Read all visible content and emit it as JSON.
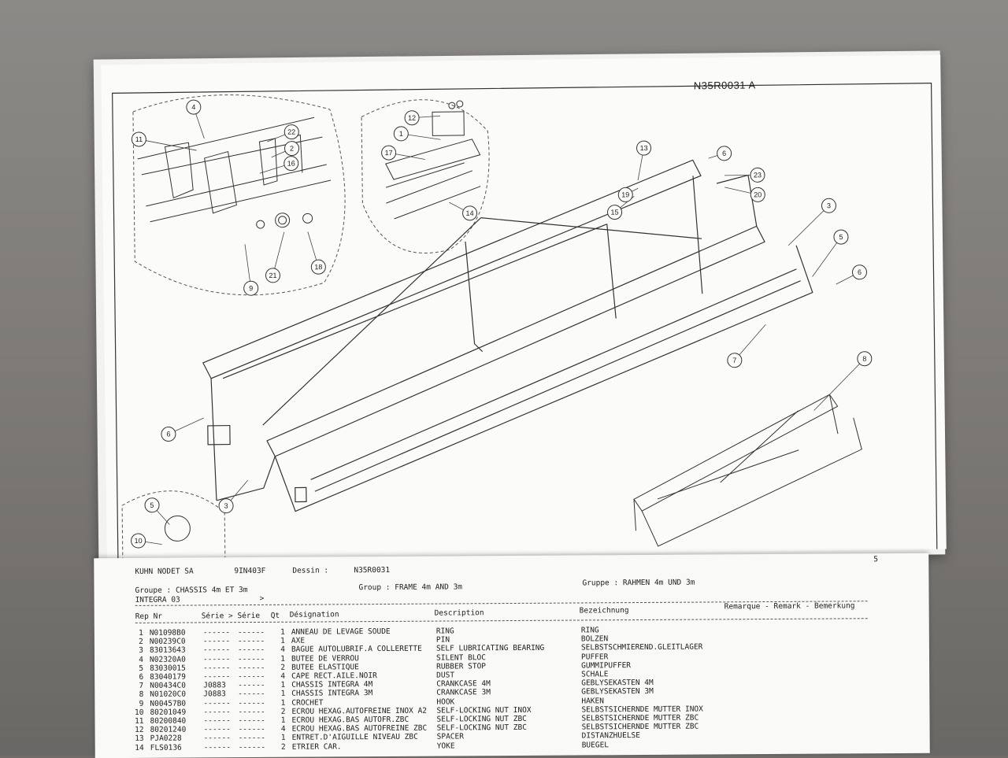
{
  "drawing": {
    "code": "N35R0031   A",
    "callouts": [
      "4",
      "11",
      "22",
      "2",
      "16",
      "12",
      "1",
      "17",
      "13",
      "6",
      "23",
      "19",
      "20",
      "15",
      "3",
      "5",
      "6",
      "14",
      "18",
      "21",
      "9",
      "7",
      "8",
      "6",
      "5",
      "3",
      "10"
    ]
  },
  "page_number": "5",
  "header": {
    "company": "KUHN NODET SA",
    "doc_code": "9IN403F",
    "dessin_label": "Dessin  :",
    "dessin_value": "N35R0031",
    "groupe_fr": "Groupe : CHASSIS 4m ET 3m",
    "group_en": "Group : FRAME 4m AND 3m",
    "gruppe_de": "Gruppe : RAHMEN 4m UND 3m",
    "model": "INTEGRA 03",
    "model_mark": ">"
  },
  "columns": {
    "rep": "Rep Nr",
    "serie": "Série > Série",
    "qt": "Qt",
    "designation": "Désignation",
    "description": "Description",
    "bezeichnung": "Bezeichnung",
    "remarque": "Remarque - Remark - Bemerkung"
  },
  "parts": [
    {
      "rep": "1",
      "nr": "N01098B0",
      "s1": "------",
      "s2": "------",
      "qt": "1",
      "fr": "ANNEAU DE LEVAGE SOUDE",
      "en": "RING",
      "de": "RING"
    },
    {
      "rep": "2",
      "nr": "N00239C0",
      "s1": "------",
      "s2": "------",
      "qt": "1",
      "fr": "AXE",
      "en": "PIN",
      "de": "BOLZEN"
    },
    {
      "rep": "3",
      "nr": "83013643",
      "s1": "------",
      "s2": "------",
      "qt": "4",
      "fr": "BAGUE AUTOLUBRIF.A COLLERETTE",
      "en": "SELF LUBRICATING BEARING",
      "de": "SELBSTSCHMIEREND.GLEITLAGER"
    },
    {
      "rep": "4",
      "nr": "N02320A0",
      "s1": "------",
      "s2": "------",
      "qt": "1",
      "fr": "BUTEE DE VERROU",
      "en": "SILENT BLOC",
      "de": "PUFFER"
    },
    {
      "rep": "5",
      "nr": "83030015",
      "s1": "------",
      "s2": "------",
      "qt": "2",
      "fr": "BUTEE ELASTIQUE",
      "en": "RUBBER STOP",
      "de": "GUMMIPUFFER"
    },
    {
      "rep": "6",
      "nr": "83040179",
      "s1": "------",
      "s2": "------",
      "qt": "4",
      "fr": "CAPE RECT.AILE.NOIR",
      "en": "DUST",
      "de": "SCHALE"
    },
    {
      "rep": "7",
      "nr": "N00434C0",
      "s1": "J0883",
      "s2": "------",
      "qt": "1",
      "fr": "CHASSIS INTEGRA 4M",
      "en": "CRANKCASE 4M",
      "de": "GEBLYSEKASTEN 4M"
    },
    {
      "rep": "8",
      "nr": "N01020C0",
      "s1": "J0883",
      "s2": "------",
      "qt": "1",
      "fr": "CHASSIS INTEGRA 3M",
      "en": "CRANKCASE 3M",
      "de": "GEBLYSEKASTEN 3M"
    },
    {
      "rep": "9",
      "nr": "N00457B0",
      "s1": "------",
      "s2": "------",
      "qt": "1",
      "fr": "CROCHET",
      "en": "HOOK",
      "de": "HAKEN"
    },
    {
      "rep": "10",
      "nr": "80201049",
      "s1": "------",
      "s2": "------",
      "qt": "2",
      "fr": "ECROU HEXAG.AUTOFREINE INOX A2",
      "en": "SELF-LOCKING NUT INOX",
      "de": "SELBSTSICHERNDE MUTTER INOX"
    },
    {
      "rep": "11",
      "nr": "80200840",
      "s1": "------",
      "s2": "------",
      "qt": "1",
      "fr": "ECROU HEXAG.BAS AUTOFR.ZBC",
      "en": "SELF-LOCKING NUT ZBC",
      "de": "SELBSTSICHERNDE MUTTER ZBC"
    },
    {
      "rep": "12",
      "nr": "80201240",
      "s1": "------",
      "s2": "------",
      "qt": "4",
      "fr": "ECROU HEXAG.BAS AUTOFREINE ZBC",
      "en": "SELF-LOCKING NUT ZBC",
      "de": "SELBSTSICHERNDE MUTTER ZBC"
    },
    {
      "rep": "13",
      "nr": "PJA0228",
      "s1": "------",
      "s2": "------",
      "qt": "1",
      "fr": "ENTRET.D'AIGUILLE NIVEAU ZBC",
      "en": "SPACER",
      "de": "DISTANZHUELSE"
    },
    {
      "rep": "14",
      "nr": "FLS0136",
      "s1": "------",
      "s2": "------",
      "qt": "2",
      "fr": "ETRIER CAR.",
      "en": "YOKE",
      "de": "BUEGEL"
    }
  ]
}
